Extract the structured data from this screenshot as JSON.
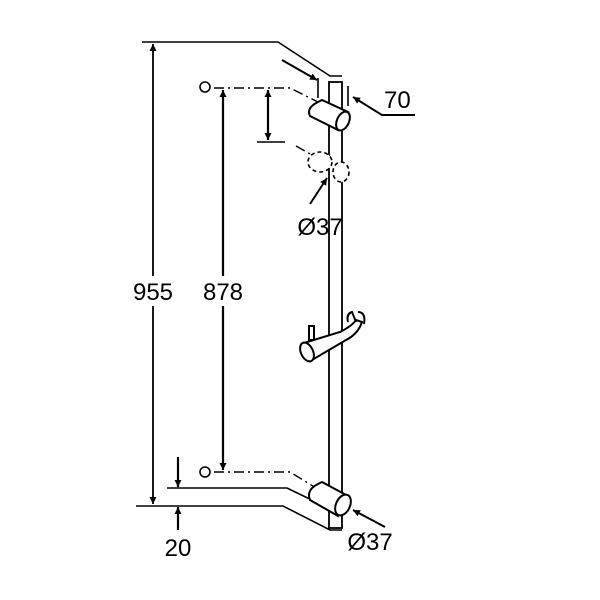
{
  "dimensions": {
    "overall_height": "955",
    "hole_spacing": "878",
    "rail_width": "70",
    "holder_diameter_top": "Ø37",
    "holder_diameter_bottom": "Ø37",
    "bottom_offset": "20"
  },
  "colors": {
    "line": "#000000",
    "background": "#ffffff"
  }
}
